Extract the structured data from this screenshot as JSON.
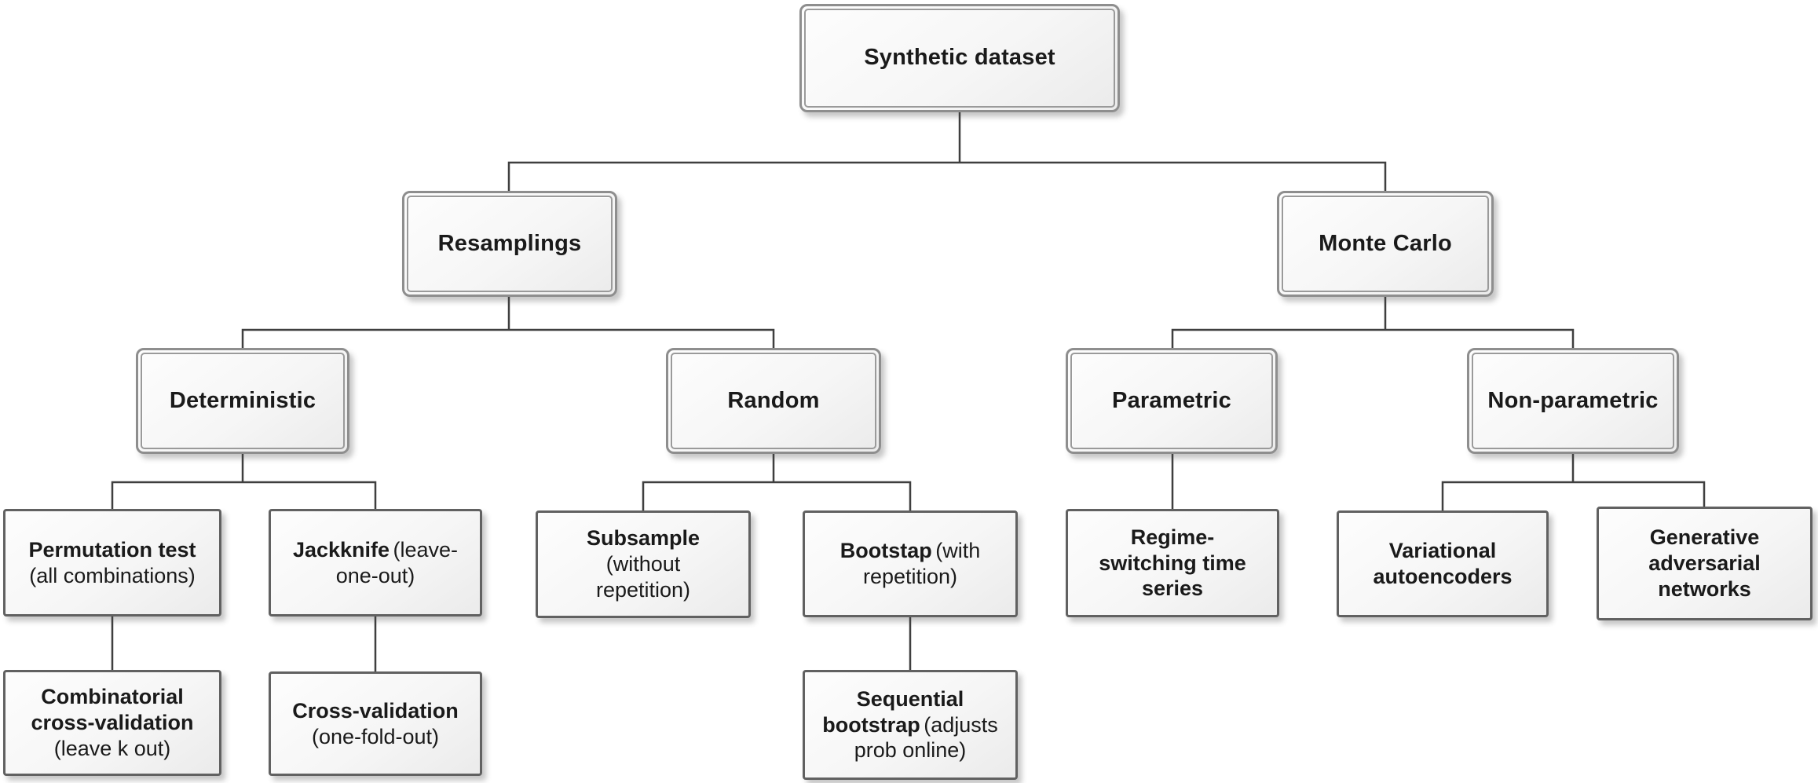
{
  "diagram": {
    "type": "tree",
    "description": "Taxonomy of synthetic dataset generation methods",
    "nodes": {
      "synthetic_dataset": {
        "label": "Synthetic dataset"
      },
      "resamplings": {
        "label": "Resamplings"
      },
      "monte_carlo": {
        "label": "Monte Carlo"
      },
      "deterministic": {
        "label": "Deterministic"
      },
      "random": {
        "label": "Random"
      },
      "parametric": {
        "label": "Parametric"
      },
      "non_parametric": {
        "label": "Non-parametric"
      },
      "permutation_test": {
        "label": "Permutation test",
        "note": "(all combinations)"
      },
      "jackknife": {
        "label": "Jackknife",
        "note": "(leave-one-out)"
      },
      "subsample": {
        "label": "Subsample",
        "note": "(without repetition)"
      },
      "bootstap": {
        "label": "Bootstap",
        "note": "(with repetition)"
      },
      "regime_switching": {
        "label": "Regime-switching time series",
        "note": ""
      },
      "variational_autoencoders": {
        "label": "Variational autoencoders",
        "note": ""
      },
      "generative_adversarial_networks": {
        "label": "Generative adversarial networks",
        "note": ""
      },
      "combinatorial_cv": {
        "label": "Combinatorial cross-validation",
        "note": "(leave k out)"
      },
      "cross_validation": {
        "label": "Cross-validation",
        "note": "(one-fold-out)"
      },
      "sequential_bootstrap": {
        "label": "Sequential bootstrap",
        "note": "(adjusts prob online)"
      }
    },
    "edges": [
      {
        "from": "synthetic_dataset",
        "to": "resamplings"
      },
      {
        "from": "synthetic_dataset",
        "to": "monte_carlo"
      },
      {
        "from": "resamplings",
        "to": "deterministic"
      },
      {
        "from": "resamplings",
        "to": "random"
      },
      {
        "from": "monte_carlo",
        "to": "parametric"
      },
      {
        "from": "monte_carlo",
        "to": "non_parametric"
      },
      {
        "from": "deterministic",
        "to": "permutation_test"
      },
      {
        "from": "deterministic",
        "to": "jackknife"
      },
      {
        "from": "random",
        "to": "subsample"
      },
      {
        "from": "random",
        "to": "bootstap"
      },
      {
        "from": "parametric",
        "to": "regime_switching"
      },
      {
        "from": "non_parametric",
        "to": "variational_autoencoders"
      },
      {
        "from": "non_parametric",
        "to": "generative_adversarial_networks"
      },
      {
        "from": "permutation_test",
        "to": "combinatorial_cv"
      },
      {
        "from": "jackknife",
        "to": "cross_validation"
      },
      {
        "from": "bootstap",
        "to": "sequential_bootstrap"
      }
    ],
    "colors": {
      "frame_border": "#8e8e8e",
      "leaf_border": "#616161",
      "box_fill": "#f6f6f6",
      "connector": "#3f3f3f",
      "text": "#1a1a1a",
      "background": "#ffffff"
    }
  }
}
